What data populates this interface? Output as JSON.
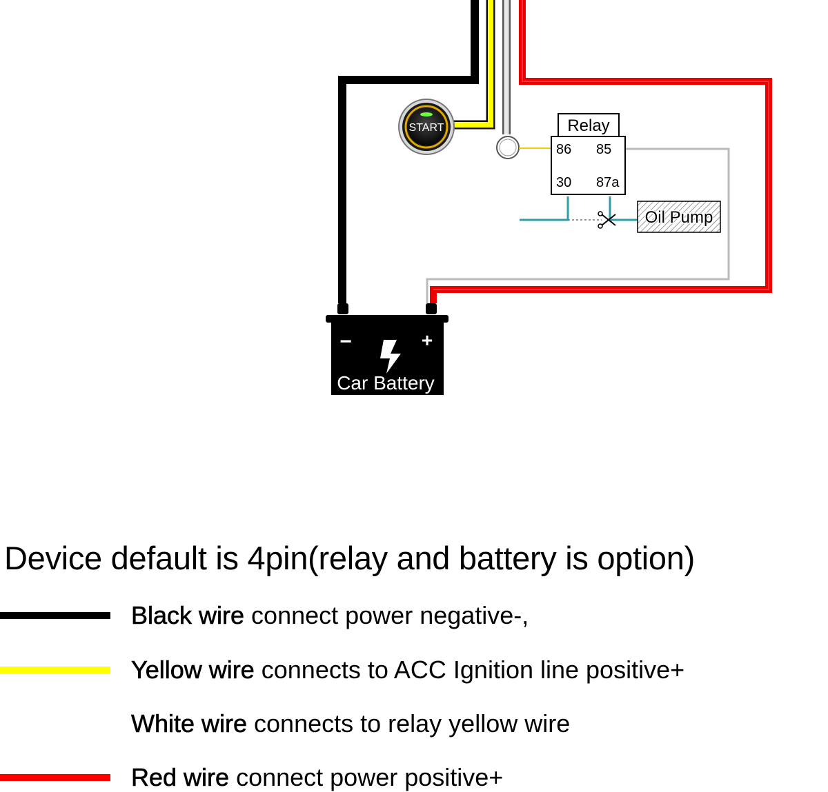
{
  "diagram": {
    "start_button_label": "START",
    "relay": {
      "title": "Relay",
      "pins": [
        "86",
        "85",
        "30",
        "87a"
      ]
    },
    "oil_pump_label": "Oil Pump",
    "battery": {
      "label": "Car Battery",
      "negative": "−",
      "positive": "+"
    }
  },
  "heading": "Device default is 4pin(relay and battery is option)",
  "legend": [
    {
      "wire": "Black wire",
      "text": " connect power negative-,",
      "color": "#000000"
    },
    {
      "wire": "Yellow wire",
      "text": " connects to ACC Ignition line positive+",
      "color": "#ffff00"
    },
    {
      "wire": "White wire",
      "text": " connects to relay yellow wire",
      "color": "#ffffff"
    },
    {
      "wire": "Red wire",
      "text": " connect power positive+",
      "color": "#ff0000"
    }
  ],
  "colors": {
    "black_wire": "#000000",
    "yellow_wire": "#ffff00",
    "white_wire": "#d9d9d9",
    "red_wire": "#ee0000",
    "teal_wire": "#2a9da6"
  }
}
